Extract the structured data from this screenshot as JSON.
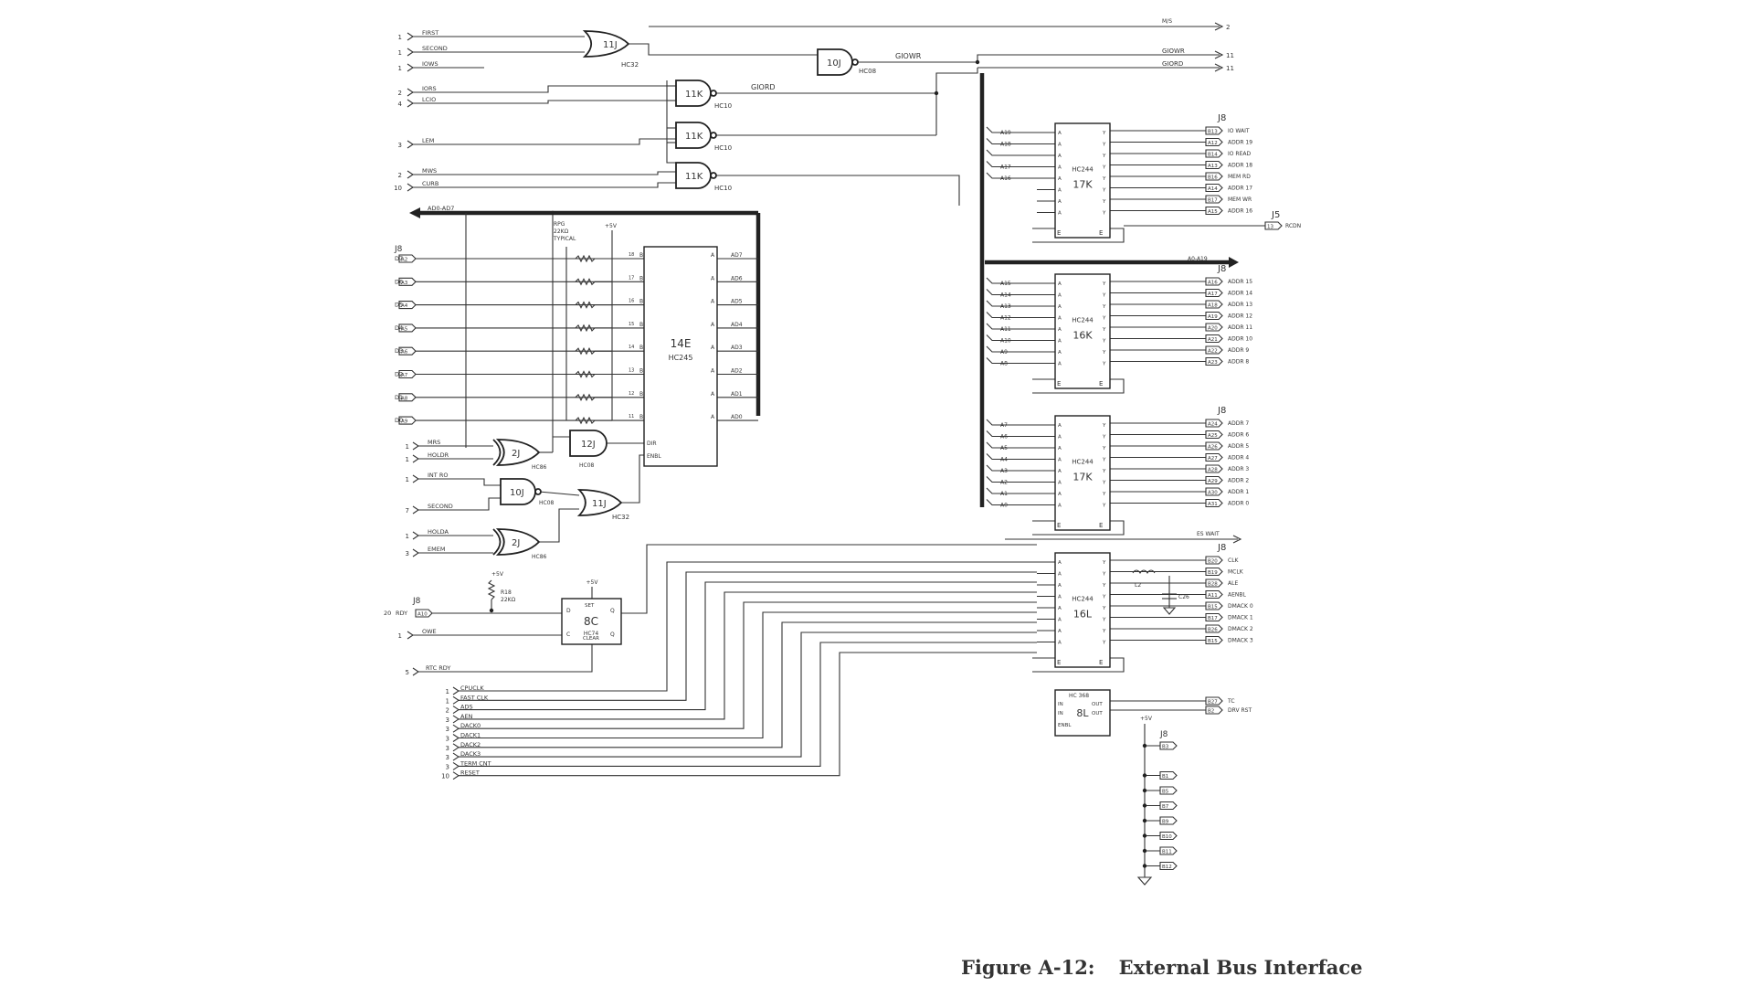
{
  "figure": {
    "number": "Figure A-12:",
    "title": "External Bus Interface"
  },
  "gates": [
    {
      "id": "11J",
      "part": "HC32"
    },
    {
      "id": "10J",
      "part": "HC08"
    },
    {
      "id": "11K",
      "part": "HC10"
    },
    {
      "id": "11K",
      "part": "HC10"
    },
    {
      "id": "11K",
      "part": "HC10"
    },
    {
      "id": "2J",
      "part": "HC86"
    },
    {
      "id": "12J",
      "part": "HC08"
    },
    {
      "id": "10J",
      "part": "HC08"
    },
    {
      "id": "11J",
      "part": "HC32"
    },
    {
      "id": "2J",
      "part": "HC86"
    }
  ],
  "top_inputs": [
    {
      "pin": "1",
      "label": "FIRST"
    },
    {
      "pin": "1",
      "label": "SECOND"
    },
    {
      "pin": "1",
      "label": "IOWS"
    },
    {
      "pin": "2",
      "label": "IORS"
    },
    {
      "pin": "4",
      "label": "LCIO"
    },
    {
      "pin": "3",
      "label": "LEM"
    },
    {
      "pin": "2",
      "label": "MWS"
    },
    {
      "pin": "10",
      "label": "CURB"
    }
  ],
  "top_outputs": [
    {
      "label": "M/S",
      "pin": "2"
    },
    {
      "label": "GIOWR",
      "pin": "11"
    },
    {
      "label": "GIORD",
      "pin": "11"
    }
  ],
  "nets": {
    "iowr": "GIOWR",
    "iord": "GIORD",
    "ad_bus": "AD0-AD7",
    "addr_bus": "A0-A19",
    "rpg": "RPG",
    "rpg_value": "22KΩ",
    "rpg_note": "TYPICAL",
    "vcc": "+5V"
  },
  "u14e": {
    "id": "14E",
    "part": "HC245",
    "dir": "DIR",
    "enbl": "ENBL"
  },
  "data_left": [
    {
      "sig": "D7",
      "pin": "A2"
    },
    {
      "sig": "D6",
      "pin": "A3"
    },
    {
      "sig": "D5",
      "pin": "A4"
    },
    {
      "sig": "D4",
      "pin": "A5"
    },
    {
      "sig": "D3",
      "pin": "A6"
    },
    {
      "sig": "D2",
      "pin": "A7"
    },
    {
      "sig": "D1",
      "pin": "A8"
    },
    {
      "sig": "D0",
      "pin": "A9"
    }
  ],
  "data_right": [
    "AD7",
    "AD6",
    "AD5",
    "AD4",
    "AD3",
    "AD2",
    "AD1",
    "AD0"
  ],
  "mid_inputs": [
    {
      "pin": "1",
      "label": "MRS"
    },
    {
      "pin": "1",
      "label": "HOLDR"
    },
    {
      "pin": "1",
      "label": "INT RO"
    },
    {
      "pin": "7",
      "label": "SECOND"
    },
    {
      "pin": "1",
      "label": "HOLDA"
    },
    {
      "pin": "3",
      "label": "EMEM"
    }
  ],
  "flipflop": {
    "id": "8C",
    "part": "HC74",
    "set": "SET",
    "clear": "CLEAR",
    "d": "D",
    "c": "C",
    "q": "Q",
    "qn": "Q",
    "r": "R18",
    "r_value": "22KΩ",
    "vcc": "+5V"
  },
  "ff_inputs": [
    {
      "pin": "20",
      "label": "RDY",
      "j": "A10"
    },
    {
      "pin": "1",
      "label": "OWE"
    },
    {
      "pin": "5",
      "label": "RTC RDY"
    }
  ],
  "bottom_inputs": [
    {
      "pin": "1",
      "label": "CPUCLK"
    },
    {
      "pin": "1",
      "label": "FAST CLK"
    },
    {
      "pin": "2",
      "label": "ADS"
    },
    {
      "pin": "3",
      "label": "AEN"
    },
    {
      "pin": "3",
      "label": "DACK0"
    },
    {
      "pin": "3",
      "label": "DACK1"
    },
    {
      "pin": "3",
      "label": "DACK2"
    },
    {
      "pin": "3",
      "label": "DACK3"
    },
    {
      "pin": "3",
      "label": "TERM CNT"
    },
    {
      "pin": "10",
      "label": "RESET"
    }
  ],
  "buffers": [
    {
      "id": "17K",
      "part": "HC244",
      "header": "J8",
      "inputs": [
        "A19",
        "A18",
        "",
        "A17",
        "A16"
      ],
      "outputs": [
        {
          "j": "B13",
          "label": "IO WAIT"
        },
        {
          "j": "A12",
          "label": "ADDR 19"
        },
        {
          "j": "B14",
          "label": "IO READ"
        },
        {
          "j": "A13",
          "label": "ADDR 18"
        },
        {
          "j": "B16",
          "label": "MEM RD"
        },
        {
          "j": "A14",
          "label": "ADDR 17"
        },
        {
          "j": "B17",
          "label": "MEM WR"
        },
        {
          "j": "A15",
          "label": "ADDR 16"
        }
      ],
      "extra": {
        "header": "J5",
        "j": "13",
        "label": "RCDN"
      }
    },
    {
      "id": "16K",
      "part": "HC244",
      "header": "J8",
      "inputs": [
        "A15",
        "A14",
        "A13",
        "A12",
        "A11",
        "A10",
        "A9",
        "A8"
      ],
      "outputs": [
        {
          "j": "A16",
          "label": "ADDR 15"
        },
        {
          "j": "A17",
          "label": "ADDR 14"
        },
        {
          "j": "A18",
          "label": "ADDR 13"
        },
        {
          "j": "A19",
          "label": "ADDR 12"
        },
        {
          "j": "A20",
          "label": "ADDR 11"
        },
        {
          "j": "A21",
          "label": "ADDR 10"
        },
        {
          "j": "A22",
          "label": "ADDR 9"
        },
        {
          "j": "A23",
          "label": "ADDR 8"
        }
      ]
    },
    {
      "id": "17K",
      "part": "HC244",
      "header": "J8",
      "inputs": [
        "A7",
        "A6",
        "A5",
        "A4",
        "A3",
        "A2",
        "A1",
        "A0"
      ],
      "outputs": [
        {
          "j": "A24",
          "label": "ADDR 7"
        },
        {
          "j": "A25",
          "label": "ADDR 6"
        },
        {
          "j": "A26",
          "label": "ADDR 5"
        },
        {
          "j": "A27",
          "label": "ADDR 4"
        },
        {
          "j": "A28",
          "label": "ADDR 3"
        },
        {
          "j": "A29",
          "label": "ADDR 2"
        },
        {
          "j": "A30",
          "label": "ADDR 1"
        },
        {
          "j": "A31",
          "label": "ADDR 0"
        }
      ]
    },
    {
      "id": "16L",
      "part": "HC244",
      "header": "J8",
      "inputs": [],
      "outputs": [
        {
          "j": "B20",
          "label": "CLK"
        },
        {
          "j": "B19",
          "label": "MCLK"
        },
        {
          "j": "B28",
          "label": "ALE"
        },
        {
          "j": "A11",
          "label": "AENBL"
        },
        {
          "j": "B15",
          "label": "DMACK 0"
        },
        {
          "j": "B17",
          "label": "DMACK 1"
        },
        {
          "j": "B26",
          "label": "DMACK 2"
        },
        {
          "j": "B15",
          "label": "DMACK 3"
        }
      ]
    }
  ],
  "l2": "L2",
  "c26": "C26",
  "es_wait": "ES WAIT",
  "u8l": {
    "id": "8L",
    "part": "HC 368",
    "in1": "IN",
    "in2": "IN",
    "out1": "OUT",
    "out2": "OUT",
    "enbl": "ENBL",
    "outputs": [
      {
        "j": "B27",
        "label": "TC"
      },
      {
        "j": "B2",
        "label": "DRV RST"
      }
    ]
  },
  "gnd_block": {
    "vcc": "+5V",
    "header": "J8",
    "pins": [
      "B3",
      "B1",
      "B5",
      "B7",
      "B9",
      "B10",
      "B11",
      "B12"
    ]
  }
}
